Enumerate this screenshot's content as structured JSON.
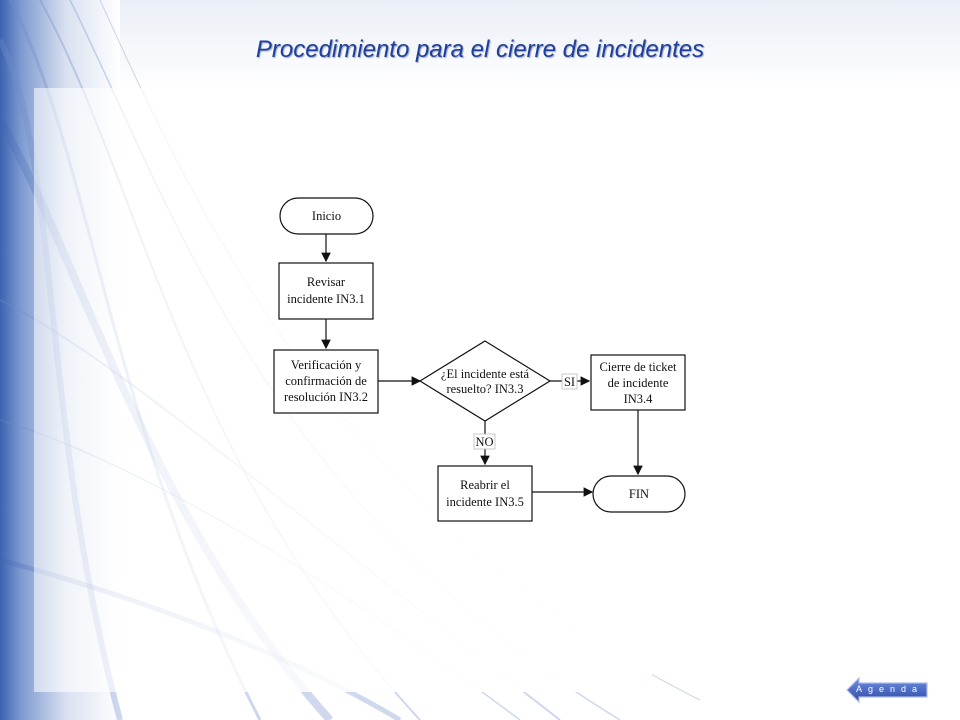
{
  "slide": {
    "title": "Procedimiento para el cierre de incidentes"
  },
  "flowchart": {
    "start": "Inicio",
    "review": [
      "Revisar",
      "incidente IN3.1"
    ],
    "verify": [
      "Verificación y",
      "confirmación de",
      "resolución IN3.2"
    ],
    "decision": [
      "¿El incidente está",
      "resuelto? IN3.3"
    ],
    "yes_label": "SI",
    "no_label": "NO",
    "close_ticket": [
      "Cierre de ticket",
      "de incidente",
      "IN3.4"
    ],
    "reopen": [
      "Reabrir el",
      "incidente IN3.5"
    ],
    "end": "FIN"
  },
  "nav": {
    "agenda_label": "Agenda",
    "colors": {
      "button_fill": "#3f5fc4",
      "button_border": "#aebde8"
    }
  }
}
